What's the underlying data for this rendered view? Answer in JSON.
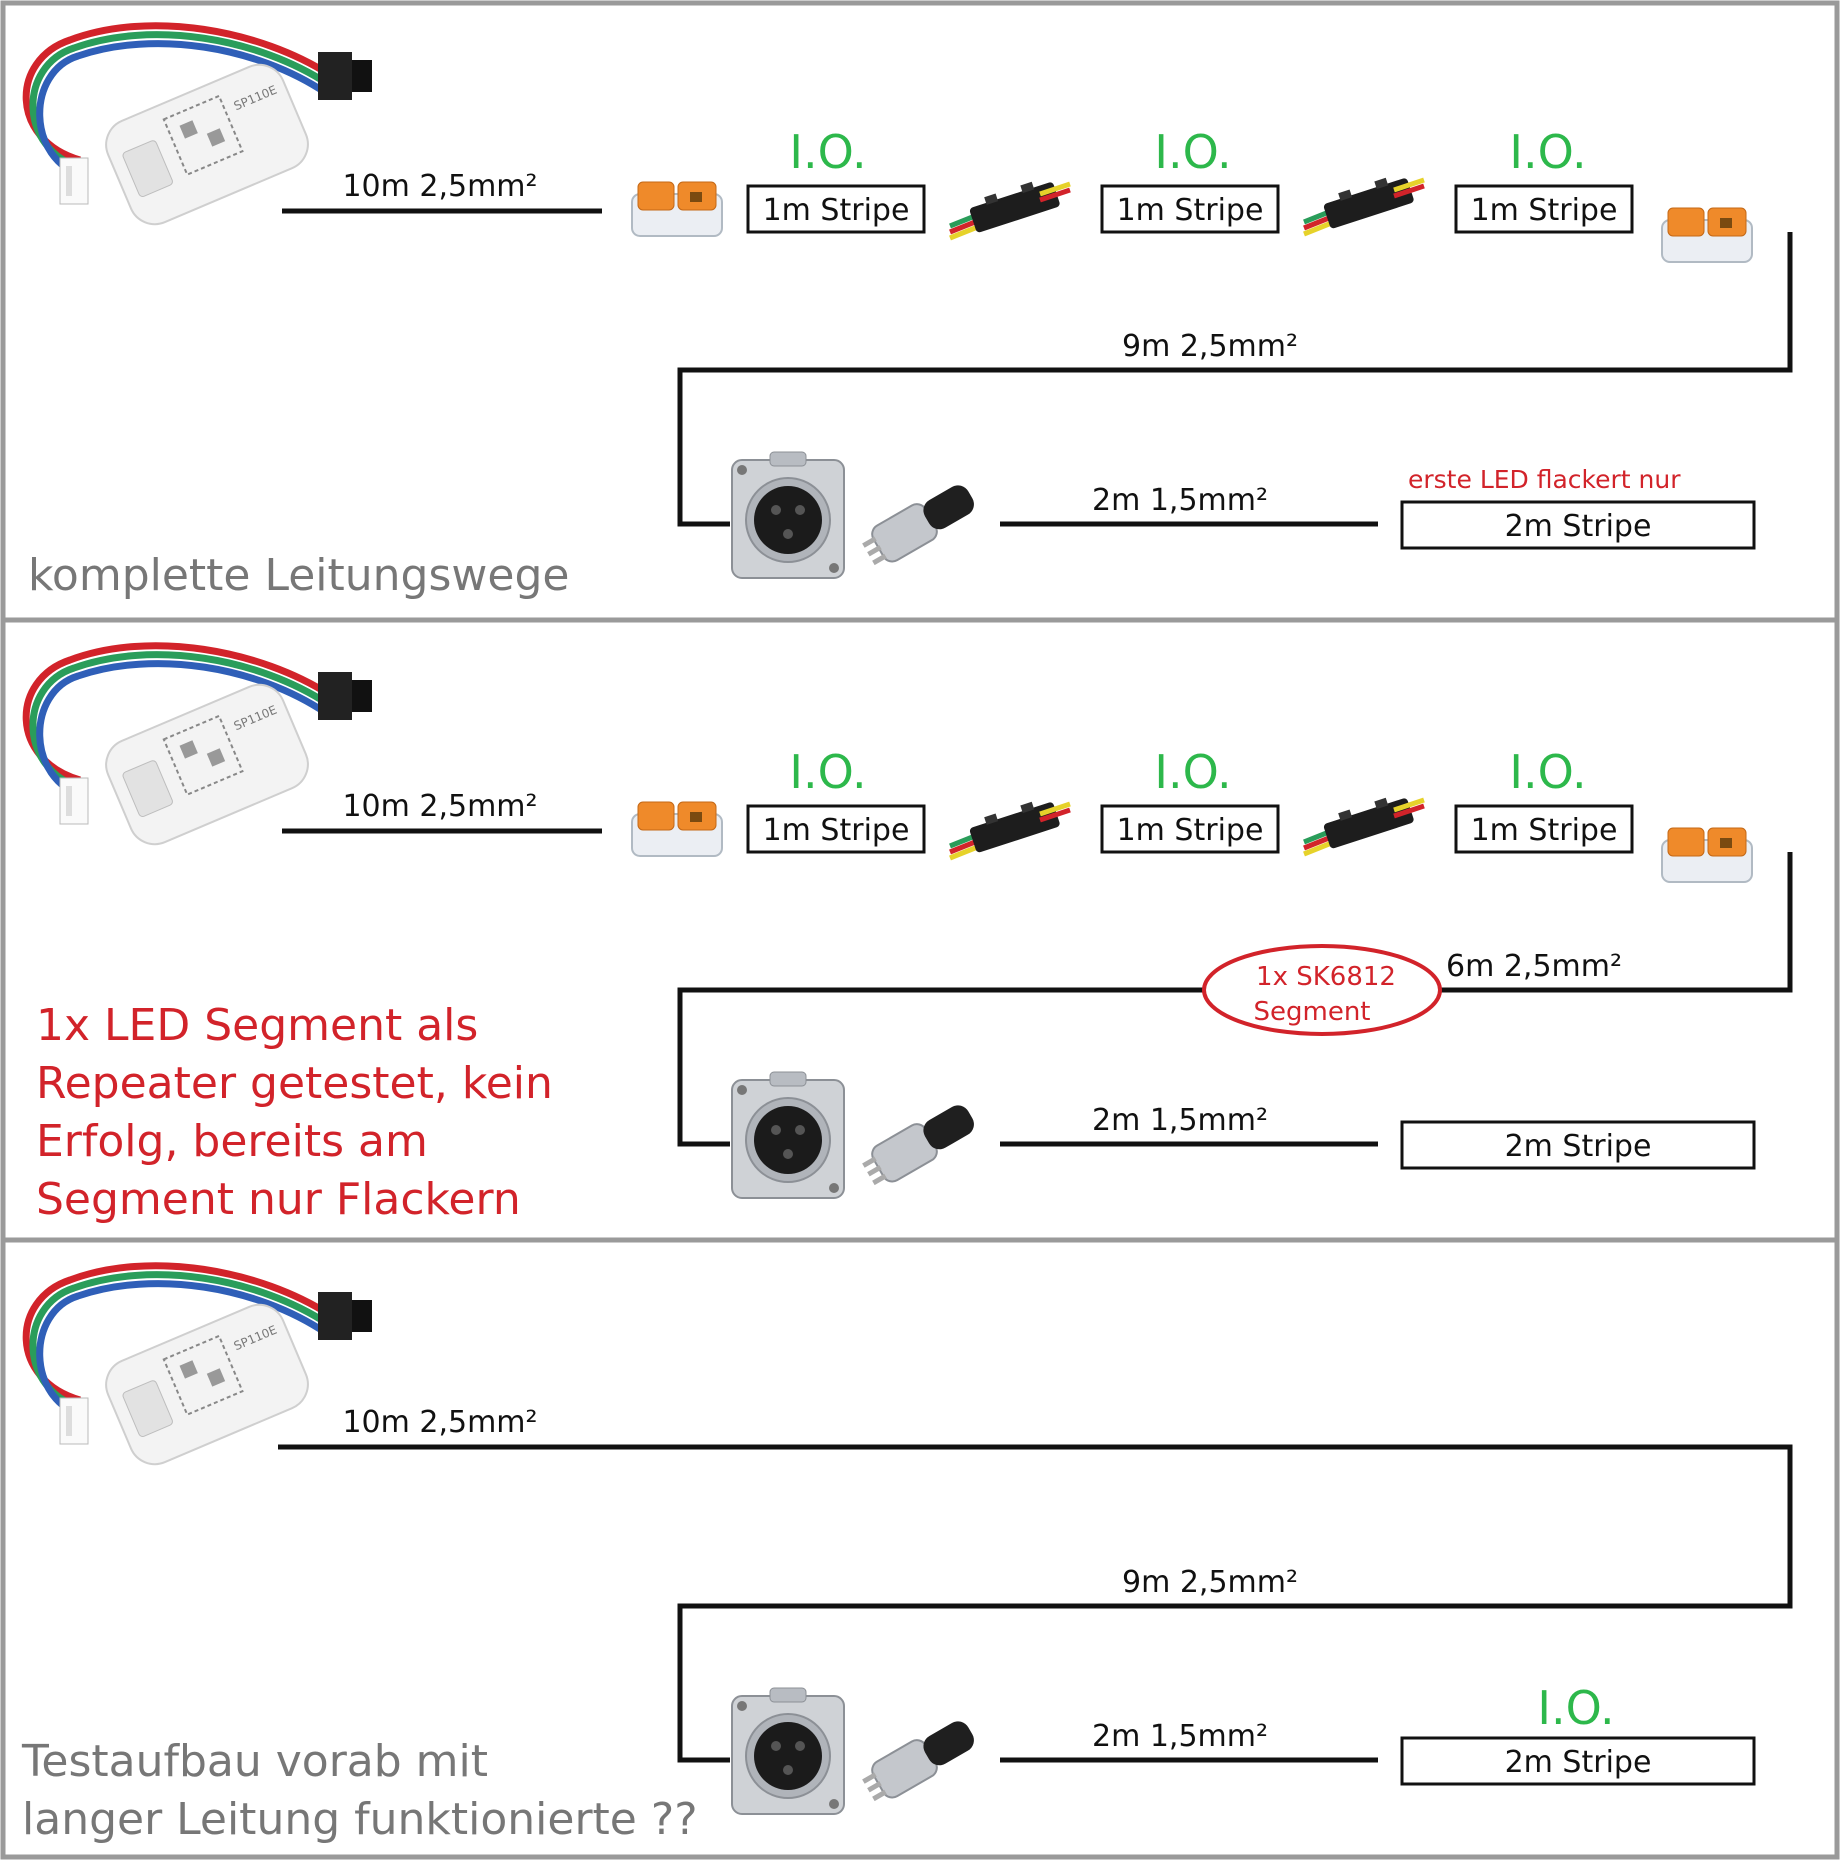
{
  "colors": {
    "ok_green": "#2db84b",
    "alert_red": "#d2232a",
    "note_gray": "#777777",
    "wire": "#111111",
    "frame": "#9a9a9a",
    "connector_orange": "#ef8a2a"
  },
  "icons": {
    "controller": "led-controller-icon",
    "lever_connector": "lever-terminal-icon",
    "strip_clip": "strip-clip-connector-icon",
    "xlr_socket": "xlr-female-socket-icon",
    "xlr_plug": "xlr-male-plug-icon"
  },
  "panel1": {
    "cable_main": "10m 2,5mm²",
    "io_1": "I.O.",
    "io_2": "I.O.",
    "io_3": "I.O.",
    "stripe_1": "1m Stripe",
    "stripe_2": "1m Stripe",
    "stripe_3": "1m Stripe",
    "cable_return": "9m 2,5mm²",
    "cable_xlr": "2m 1,5mm²",
    "note_flicker": "erste LED flackert nur",
    "stripe_end": "2m Stripe",
    "caption": "komplette Leitungswege"
  },
  "panel2": {
    "cable_main": "10m 2,5mm²",
    "io_1": "I.O.",
    "io_2": "I.O.",
    "io_3": "I.O.",
    "stripe_1": "1m Stripe",
    "stripe_2": "1m Stripe",
    "stripe_3": "1m Stripe",
    "segment_line1": "1x SK6812",
    "segment_line2": "Segment",
    "cable_return": "6m 2,5mm²",
    "cable_xlr": "2m 1,5mm²",
    "stripe_end": "2m Stripe",
    "caption_lines": [
      "1x LED Segment als",
      "Repeater getestet, kein",
      "Erfolg, bereits am",
      "Segment nur Flackern"
    ]
  },
  "panel3": {
    "cable_main": "10m 2,5mm²",
    "cable_return": "9m 2,5mm²",
    "cable_xlr": "2m 1,5mm²",
    "io_end": "I.O.",
    "stripe_end": "2m Stripe",
    "caption_lines": [
      "Testaufbau vorab mit",
      "langer Leitung funktionierte ??"
    ]
  }
}
